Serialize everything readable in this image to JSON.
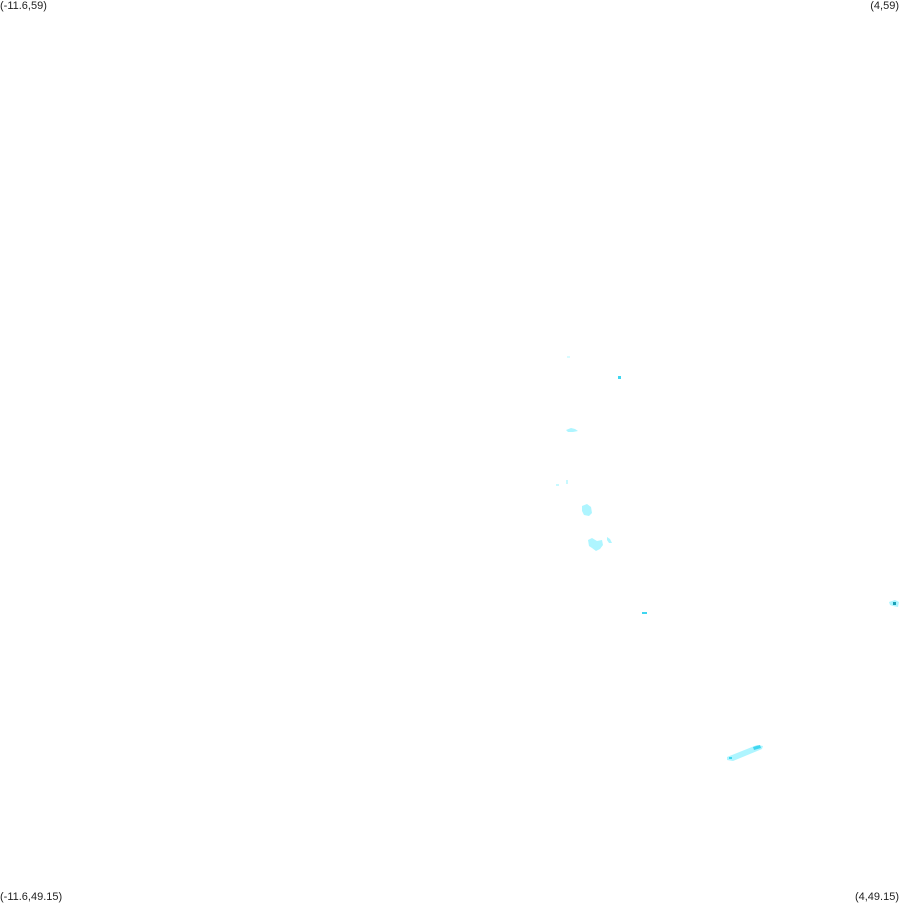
{
  "map": {
    "corners": {
      "top_left": "(-11.6,59)",
      "top_right": "(4,59)",
      "bottom_left": "(-11.6,49.15)",
      "bottom_right": "(4,49.15)"
    },
    "extent": {
      "lon_min": -11.6,
      "lon_max": 4,
      "lat_min": 49.15,
      "lat_max": 59
    },
    "colors": {
      "background": "#ffffff",
      "feature_fill": "#aef5ff",
      "feature_dark": "#3fd6f0",
      "label_text": "#222222"
    }
  }
}
